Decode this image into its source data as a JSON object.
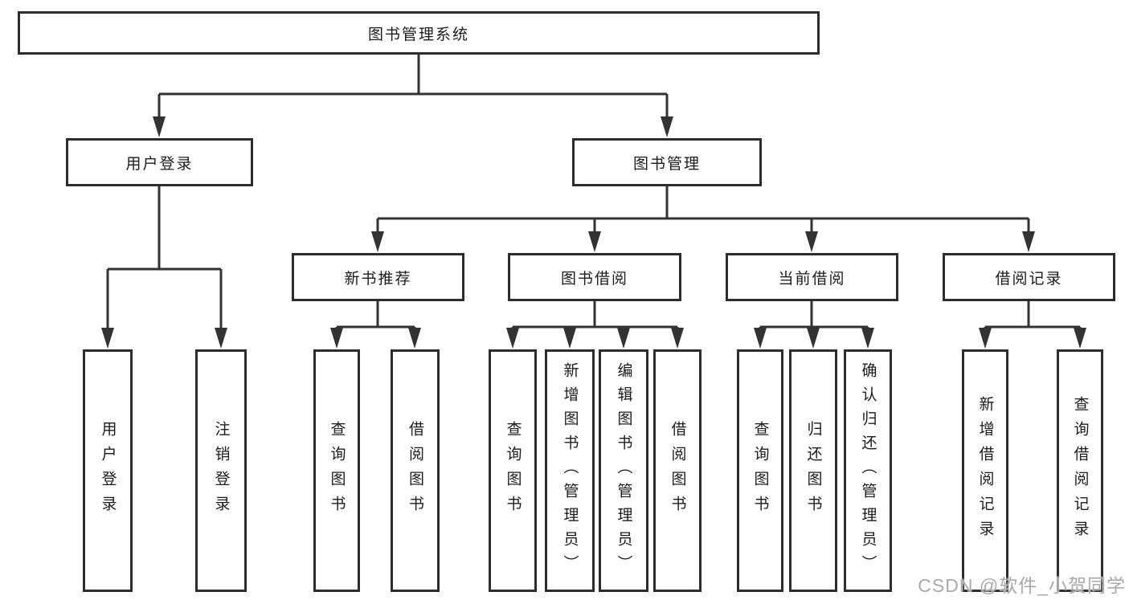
{
  "diagram_title": "图书管理系统",
  "tree": {
    "label": "图书管理系统",
    "children": [
      {
        "label": "用户登录",
        "children": [
          {
            "label": "用户登录"
          },
          {
            "label": "注销登录"
          }
        ]
      },
      {
        "label": "图书管理",
        "children": [
          {
            "label": "新书推荐",
            "children": [
              {
                "label": "查询图书"
              },
              {
                "label": "借阅图书"
              }
            ]
          },
          {
            "label": "图书借阅",
            "children": [
              {
                "label": "查询图书"
              },
              {
                "label": "新增图书（管理员）"
              },
              {
                "label": "编辑图书（管理员）"
              },
              {
                "label": "借阅图书"
              }
            ]
          },
          {
            "label": "当前借阅",
            "children": [
              {
                "label": "查询图书"
              },
              {
                "label": "归还图书"
              },
              {
                "label": "确认归还（管理员）"
              }
            ]
          },
          {
            "label": "借阅记录",
            "children": [
              {
                "label": "新增借阅记录"
              },
              {
                "label": "查询借阅记录"
              }
            ]
          }
        ]
      }
    ]
  },
  "watermark": "CSDN @软件_小贺同学",
  "colors": {
    "line": "#333333",
    "box_border": "#2d2d2d",
    "text": "#1c1c1c",
    "watermark": "#a9a9a9",
    "background": "#ffffff"
  }
}
